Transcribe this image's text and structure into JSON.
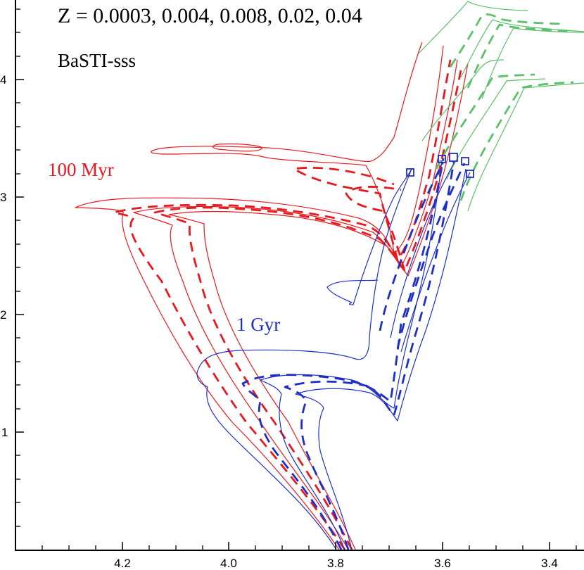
{
  "annotations": {
    "metallicities": "Z = 0.0003, 0.004, 0.008, 0.02, 0.04",
    "model": "BaSTI-sss",
    "label_young": "100 Myr",
    "label_old": "1 Gyr"
  },
  "colors": {
    "young_track": "#e8191f",
    "old_track": "#1e2fc8",
    "agb_extension": "#5cbf6a",
    "marker": "#1e2fc8",
    "axis": "#000000"
  },
  "axes": {
    "x_ticks": [
      "4.2",
      "4.0",
      "3.8",
      "3.6",
      "3.4"
    ],
    "y_ticks": [
      "1",
      "2",
      "3",
      "4"
    ]
  },
  "chart_data": {
    "type": "line",
    "title": "",
    "xlabel": "",
    "ylabel": "",
    "xlim": [
      4.4,
      3.34
    ],
    "ylim": [
      0,
      4.68
    ],
    "x_inverted": true,
    "x_major_ticks": [
      4.2,
      4.0,
      3.8,
      3.6,
      3.4
    ],
    "x_minor_step": 0.05,
    "y_major_ticks": [
      1,
      2,
      3,
      4
    ],
    "y_minor_step": 0.2,
    "grid": false,
    "legend": "none",
    "text_annotations": [
      {
        "text": "Z = 0.0003, 0.004, 0.008, 0.02, 0.04",
        "x": 4.05,
        "y": 4.55,
        "color": "#000000"
      },
      {
        "text": "BaSTI-sss",
        "x": 4.05,
        "y": 4.2,
        "color": "#000000"
      },
      {
        "text": "100 Myr",
        "x": 4.33,
        "y": 3.2,
        "color": "#e8191f"
      },
      {
        "text": "1 Gyr",
        "x": 3.94,
        "y": 1.9,
        "color": "#1e2fc8"
      }
    ],
    "series": [
      {
        "name": "100 Myr Z=0.0003",
        "color": "#e8191f",
        "style": "solid",
        "x": [
          3.79,
          3.92,
          4.06,
          4.18,
          4.22,
          4.29,
          4.2,
          3.9,
          3.72,
          3.68,
          3.66,
          3.64
        ],
        "y": [
          0.0,
          0.8,
          1.7,
          2.5,
          2.9,
          2.92,
          3.0,
          2.98,
          2.8,
          3.3,
          3.6,
          4.3
        ]
      },
      {
        "name": "100 Myr Z=0.004",
        "color": "#e8191f",
        "style": "dashed",
        "x": [
          3.78,
          3.9,
          4.02,
          4.12,
          4.14,
          4.11,
          3.85,
          3.72,
          3.67,
          3.64,
          3.62
        ],
        "y": [
          0.0,
          0.8,
          1.6,
          2.4,
          2.8,
          2.9,
          2.85,
          2.6,
          3.0,
          3.6,
          4.1
        ]
      },
      {
        "name": "100 Myr Z=0.008",
        "color": "#e8191f",
        "style": "solid",
        "x": [
          3.77,
          3.89,
          4.0,
          4.08,
          4.1,
          4.06,
          3.8,
          3.7,
          3.64,
          3.61,
          3.59
        ],
        "y": [
          0.0,
          0.8,
          1.6,
          2.4,
          2.8,
          2.85,
          2.7,
          2.5,
          3.0,
          3.5,
          4.0
        ]
      },
      {
        "name": "100 Myr Z=0.02",
        "color": "#e8191f",
        "style": "dashed",
        "x": [
          3.77,
          3.88,
          3.97,
          4.05,
          4.06,
          4.02,
          3.78,
          3.69,
          3.62,
          3.59,
          3.57
        ],
        "y": [
          0.0,
          0.8,
          1.6,
          2.4,
          2.7,
          2.8,
          2.6,
          2.4,
          3.0,
          3.5,
          3.9
        ]
      },
      {
        "name": "100 Myr Z=0.04",
        "color": "#e8191f",
        "style": "solid",
        "x": [
          3.76,
          3.86,
          3.94,
          4.0,
          4.02,
          3.98,
          3.76,
          3.68,
          3.6,
          3.57,
          3.54
        ],
        "y": [
          0.0,
          0.8,
          1.6,
          2.4,
          2.7,
          2.75,
          2.5,
          2.3,
          2.9,
          3.4,
          3.8
        ]
      },
      {
        "name": "1 Gyr Z=0.0003",
        "color": "#1e2fc8",
        "style": "solid",
        "x": [
          3.79,
          3.92,
          4.02,
          4.06,
          4.04,
          3.75,
          3.72,
          3.73,
          3.68,
          3.66
        ],
        "y": [
          0.0,
          0.8,
          1.3,
          1.45,
          1.6,
          1.65,
          1.6,
          2.3,
          2.8,
          3.2
        ]
      },
      {
        "name": "1 Gyr Z=0.004",
        "color": "#1e2fc8",
        "style": "dashed",
        "x": [
          3.78,
          3.88,
          3.93,
          3.97,
          3.9,
          3.75,
          3.72,
          3.66,
          3.6
        ],
        "y": [
          0.0,
          0.8,
          1.2,
          1.4,
          1.5,
          1.45,
          1.2,
          2.0,
          3.3
        ]
      },
      {
        "name": "1 Gyr Z=0.008",
        "color": "#1e2fc8",
        "style": "solid",
        "x": [
          3.78,
          3.86,
          3.9,
          3.92,
          3.85,
          3.72,
          3.7,
          3.64,
          3.58
        ],
        "y": [
          0.0,
          0.8,
          1.2,
          1.4,
          1.45,
          1.35,
          1.15,
          2.0,
          3.3
        ]
      },
      {
        "name": "1 Gyr Z=0.02",
        "color": "#1e2fc8",
        "style": "dashed",
        "x": [
          3.77,
          3.84,
          3.86,
          3.87,
          3.83,
          3.72,
          3.7,
          3.62,
          3.56
        ],
        "y": [
          0.0,
          0.8,
          1.2,
          1.35,
          1.4,
          1.3,
          1.1,
          2.0,
          3.3
        ]
      },
      {
        "name": "1 Gyr Z=0.04",
        "color": "#1e2fc8",
        "style": "solid",
        "x": [
          3.77,
          3.82,
          3.84,
          3.84,
          3.8,
          3.72,
          3.71,
          3.61,
          3.55
        ],
        "y": [
          0.0,
          0.8,
          1.2,
          1.35,
          1.4,
          1.25,
          1.1,
          2.0,
          3.2
        ]
      }
    ],
    "markers": {
      "shape": "open-square",
      "color": "#1e2fc8",
      "points": [
        {
          "x": 3.665,
          "y": 3.2
        },
        {
          "x": 3.6,
          "y": 3.33
        },
        {
          "x": 3.578,
          "y": 3.34
        },
        {
          "x": 3.558,
          "y": 3.31
        },
        {
          "x": 3.55,
          "y": 3.2
        }
      ]
    }
  }
}
